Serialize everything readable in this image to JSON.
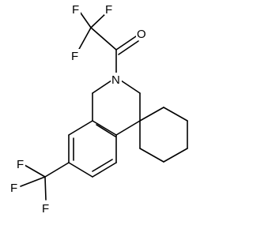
{
  "molecule": {
    "atoms": {
      "f1": "F",
      "f2": "F",
      "f3": "F",
      "o": "O",
      "n": "N",
      "f4": "F",
      "f5": "F",
      "f6": "F"
    }
  }
}
